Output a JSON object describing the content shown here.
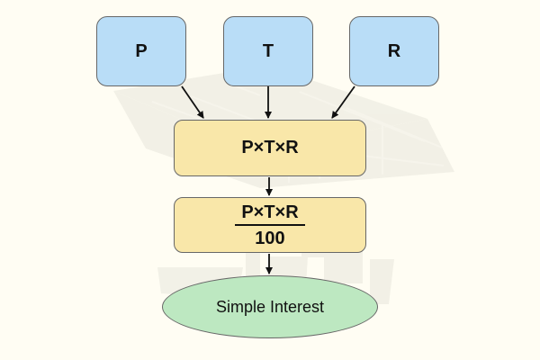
{
  "diagram": {
    "inputs": [
      {
        "label": "P"
      },
      {
        "label": "T"
      },
      {
        "label": "R"
      }
    ],
    "product_box": {
      "label": "P×T×R"
    },
    "fraction_box": {
      "numerator": "P×T×R",
      "denominator": "100"
    },
    "result": {
      "label": "Simple Interest"
    }
  },
  "colors": {
    "input_fill": "#b9ddf7",
    "process_fill": "#f9e7a9",
    "result_fill": "#bde8c1",
    "border": "#676767",
    "arrow": "#111111",
    "background": "#fffdf3"
  }
}
